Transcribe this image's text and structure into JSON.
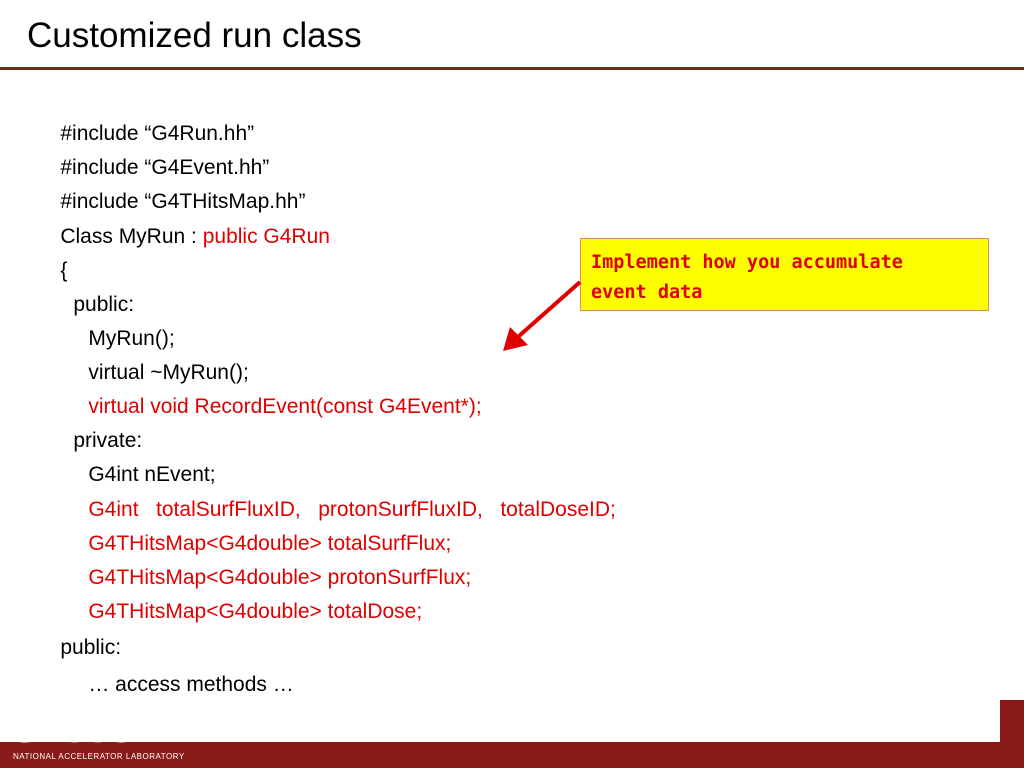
{
  "title": "Customized run class",
  "code_lines": [
    {
      "text": "#include “G4Run.hh”"
    },
    {
      "text": "#include “G4Event.hh”"
    },
    {
      "text": "#include “G4THitsMap.hh”"
    },
    {
      "text": "Class MyRun : ",
      "red": "public G4Run"
    },
    {
      "text": "{"
    },
    {
      "text": "public:"
    },
    {
      "text": "MyRun();"
    },
    {
      "text": "virtual ~MyRun();"
    },
    {
      "red": "virtual void RecordEvent(const G4Event*);"
    },
    {
      "text": "private:"
    },
    {
      "text": "G4int nEvent;"
    },
    {
      "red": "G4int   totalSurfFluxID,   protonSurfFluxID,   totalDoseID;"
    },
    {
      "red": "G4THitsMap<G4double> totalSurfFlux;"
    },
    {
      "red": "G4THitsMap<G4double> protonSurfFlux;"
    },
    {
      "red": "G4THitsMap<G4double> totalDose;"
    },
    {
      "text": "public:"
    },
    {
      "text": "… access methods …"
    },
    {
      "text": "};"
    }
  ],
  "callout": {
    "line1": "Implement how you accumulate",
    "line2": "event data"
  },
  "footer": {
    "logo": "SLAC",
    "logo_sub": "NATIONAL ACCELERATOR LABORATORY"
  },
  "colors": {
    "accent": "#8b1a1a",
    "highlight_text": "#e00000",
    "callout_bg": "#ffff00"
  }
}
